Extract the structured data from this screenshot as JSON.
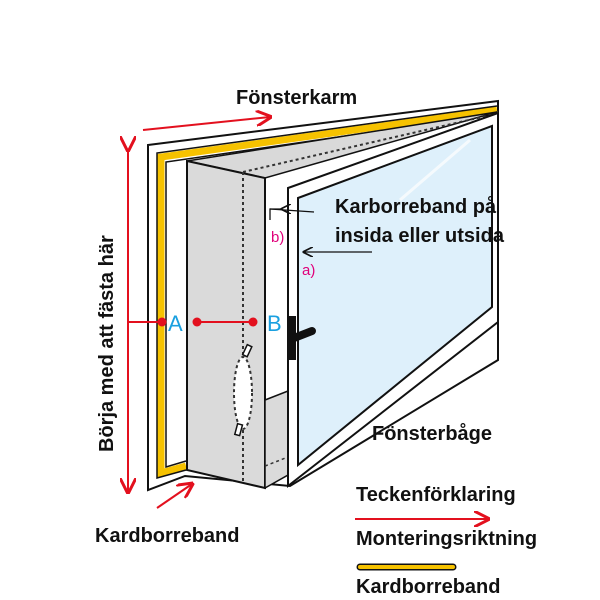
{
  "labels": {
    "frame": "Fönsterkarm",
    "start": "Börja med att fästa här",
    "velcro_side": [
      "Karborreband på",
      "insida eller utsida"
    ],
    "b": "b)",
    "a": "a)",
    "point_a": "A",
    "point_b": "B",
    "sash": "Fönsterbåge",
    "velcro_bottom": "Kardborreband"
  },
  "legend": {
    "title": "Teckenförklaring",
    "direction": "Monteringsriktning",
    "velcro": "Kardborreband"
  },
  "colors": {
    "red": "#e3101e",
    "yellow": "#f6c200",
    "blue": "#1aa0e0",
    "magenta": "#e0007a",
    "glass": "#def0fb",
    "grey": "#dcdcdc"
  }
}
